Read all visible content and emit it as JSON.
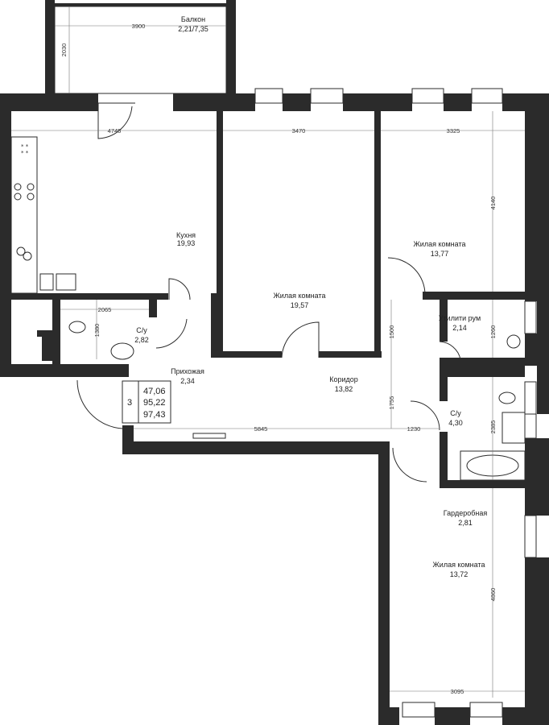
{
  "rooms": {
    "balcony": {
      "name": "Балкон",
      "area": "2,21/7,35"
    },
    "kitchen": {
      "name": "Кухня",
      "area": "19,93"
    },
    "living_center": {
      "name": "Жилая комната",
      "area": "19,57"
    },
    "living_right": {
      "name": "Жилая комната",
      "area": "13,77"
    },
    "bathroom_left": {
      "name": "С/у",
      "area": "2,82"
    },
    "hallway": {
      "name": "Прихожая",
      "area": "2,34"
    },
    "corridor": {
      "name": "Коридор",
      "area": "13,82"
    },
    "utility": {
      "name": "Утилити рум",
      "area": "2,14"
    },
    "bathroom_right": {
      "name": "С/у",
      "area": "4,30"
    },
    "wardrobe": {
      "name": "Гардеробная",
      "area": "2,81"
    },
    "living_bottom": {
      "name": "Жилая комната",
      "area": "13,72"
    }
  },
  "dimensions": {
    "balcony_width": "3900",
    "balcony_depth": "2030",
    "kitchen_width": "4745",
    "living_center_width": "3470",
    "living_right_width": "3325",
    "living_right_depth": "4140",
    "bath_left_width": "2065",
    "bath_left_depth": "1380",
    "corridor_upper": "1500",
    "utility_depth": "1260",
    "corridor_lower": "1755",
    "hall_length": "5845",
    "door_gap": "1230",
    "bath_right_depth": "2385",
    "living_bottom_depth": "4860",
    "living_bottom_width": "3095"
  },
  "summary": {
    "rooms_count": "3",
    "living_area": "47,06",
    "total_area": "95,22",
    "total_area_with_balcony": "97,43"
  }
}
